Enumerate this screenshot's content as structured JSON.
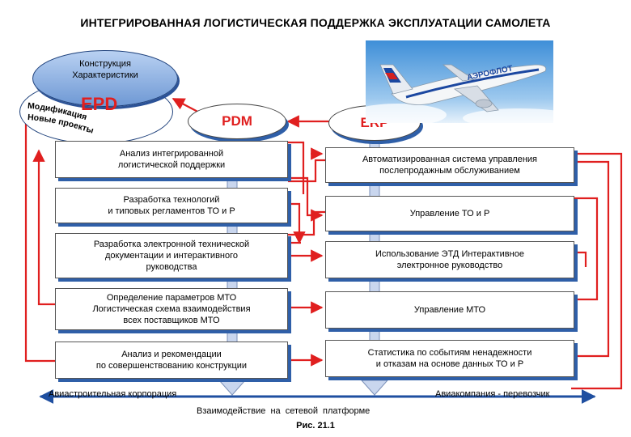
{
  "title": "ИНТЕГРИРОВАННАЯ ЛОГИСТИЧЕСКАЯ ПОДДЕРЖКА ЭКСПЛУАТАЦИИ САМОЛЕТА",
  "bubble": {
    "top_label": "Конструкция\nХарактеристики",
    "epd": "EPD",
    "curved_line1": "Модификация",
    "curved_line2": "Новые проекты"
  },
  "pdm": "PDM",
  "erp": "ERP",
  "plane_text": "АЭРОФЛОТ",
  "left_boxes": [
    "Анализ интегрированной\nлогистической поддержки",
    "Разработка технологий\nи типовых регламентов ТО и Р",
    "Разработка электронной технической\nдокументации и интерактивного\nруководства",
    "Определение параметров МТО\nЛогистическая схема взаимодействия\nвсех поставщиков МТО",
    "Анализ и рекомендации\nпо совершенствованию конструкции"
  ],
  "right_boxes": [
    "Автоматизированная система управления\nпослепродажным обслуживанием",
    "Управление ТО и Р",
    "Использование ЭТД Интерактивное\nэлектронное руководство",
    "Управление МТО",
    "Статистика по событиям ненадежности\nи отказам на основе данных ТО и Р"
  ],
  "footer": {
    "left": "Авиастроительная корпорация",
    "right": "Авиакомпания - перевозчик",
    "middle": "Взаимодействие   на  сетевой  платформе",
    "caption": "Рис. 21.1"
  },
  "colors": {
    "arrow_red": "#e01f1f",
    "shadow_blue": "#2f5fa8",
    "axis_blue": "#1f4fa0",
    "column_fill": "#c9d6ee"
  }
}
